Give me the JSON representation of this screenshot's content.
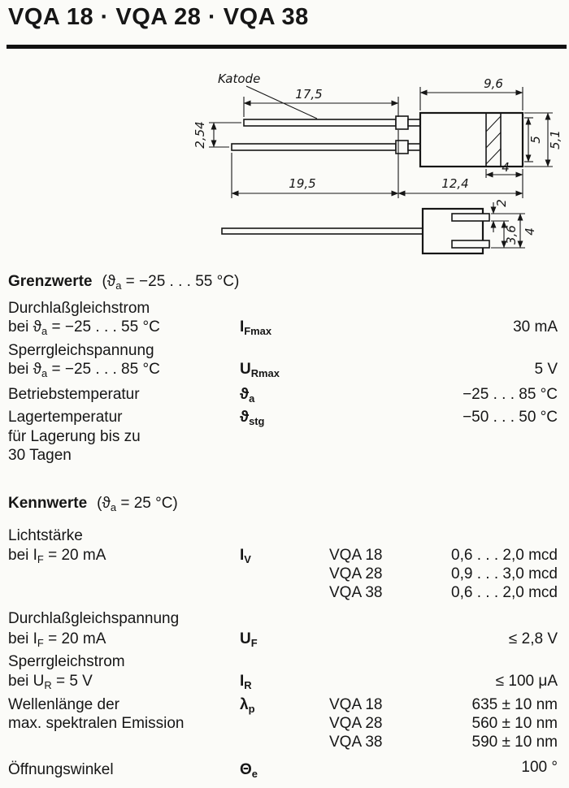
{
  "title": "VQA 18 · VQA 28 · VQA 38",
  "drawing": {
    "cathode_label": "Katode",
    "dims": {
      "lead_top_length": "17,5",
      "body_width_top": "9,6",
      "lead_pitch": "2,54",
      "body_inner_height": "5",
      "body_outer_height": "5,1",
      "lens_width": "4",
      "lead_bottom_length": "19,5",
      "body_length": "12,4",
      "tab_thickness": "2",
      "slot_inner_height": "3,6",
      "slot_outer_height": "4"
    }
  },
  "grenzwerte": {
    "heading": "Grenzwerte",
    "cond_pre": "(ϑ",
    "cond_sub": "a",
    "cond_post": " = −25 . . . 55 °C)",
    "rows": [
      {
        "label": "Durchlaßgleichstrom",
        "cond_pre": "bei ϑ",
        "cond_sub": "a",
        "cond_post": " = −25 . . . 55 °C",
        "symbol_base": "I",
        "symbol_sub": "Fmax",
        "value": "30 mA"
      },
      {
        "label": "Sperrgleichspannung",
        "cond_pre": "bei ϑ",
        "cond_sub": "a",
        "cond_post": " = −25 . . . 85 °C",
        "symbol_base": "U",
        "symbol_sub": "Rmax",
        "value": "5 V"
      },
      {
        "label": "Betriebstemperatur",
        "symbol_base": "ϑ",
        "symbol_sub": "a",
        "value": "−25 . . . 85 °C"
      },
      {
        "label": "Lagertemperatur",
        "note_line1": "für Lagerung bis zu",
        "note_line2": "30 Tagen",
        "symbol_base": "ϑ",
        "symbol_sub": "stg",
        "value": "−50 . . . 50 °C"
      }
    ]
  },
  "kennwerte": {
    "heading": "Kennwerte",
    "cond_pre": "(ϑ",
    "cond_sub": "a",
    "cond_post": " = 25 °C)",
    "rows": [
      {
        "label": "Lichtstärke",
        "cond_pre": "bei I",
        "cond_sub": "F",
        "cond_post": " = 20 mA",
        "symbol_base": "I",
        "symbol_sub": "V",
        "variants": [
          {
            "name": "VQA 18",
            "value": "0,6 . . . 2,0 mcd"
          },
          {
            "name": "VQA 28",
            "value": "0,9 . . . 3,0 mcd"
          },
          {
            "name": "VQA 38",
            "value": "0,6 . . . 2,0 mcd"
          }
        ]
      },
      {
        "label": "Durchlaßgleichspannung",
        "cond_pre": "bei I",
        "cond_sub": "F",
        "cond_post": " = 20 mA",
        "symbol_base": "U",
        "symbol_sub": "F",
        "value": "≤ 2,8 V"
      },
      {
        "label": "Sperrgleichstrom",
        "cond_pre": "bei U",
        "cond_sub": "R",
        "cond_post": " = 5 V",
        "symbol_base": "I",
        "symbol_sub": "R",
        "value": "≤ 100 μA"
      },
      {
        "label": "Wellenlänge der",
        "label_line2": "max. spektralen Emission",
        "symbol_base": "λ",
        "symbol_sub": "p",
        "variants": [
          {
            "name": "VQA 18",
            "value": "635 ± 10 nm"
          },
          {
            "name": "VQA 28",
            "value": "560 ± 10 nm"
          },
          {
            "name": "VQA 38",
            "value": "590 ± 10 nm"
          }
        ]
      },
      {
        "label": "Öffnungswinkel",
        "symbol_base": "Θ",
        "symbol_sub": "e",
        "value": "100 °"
      }
    ]
  }
}
